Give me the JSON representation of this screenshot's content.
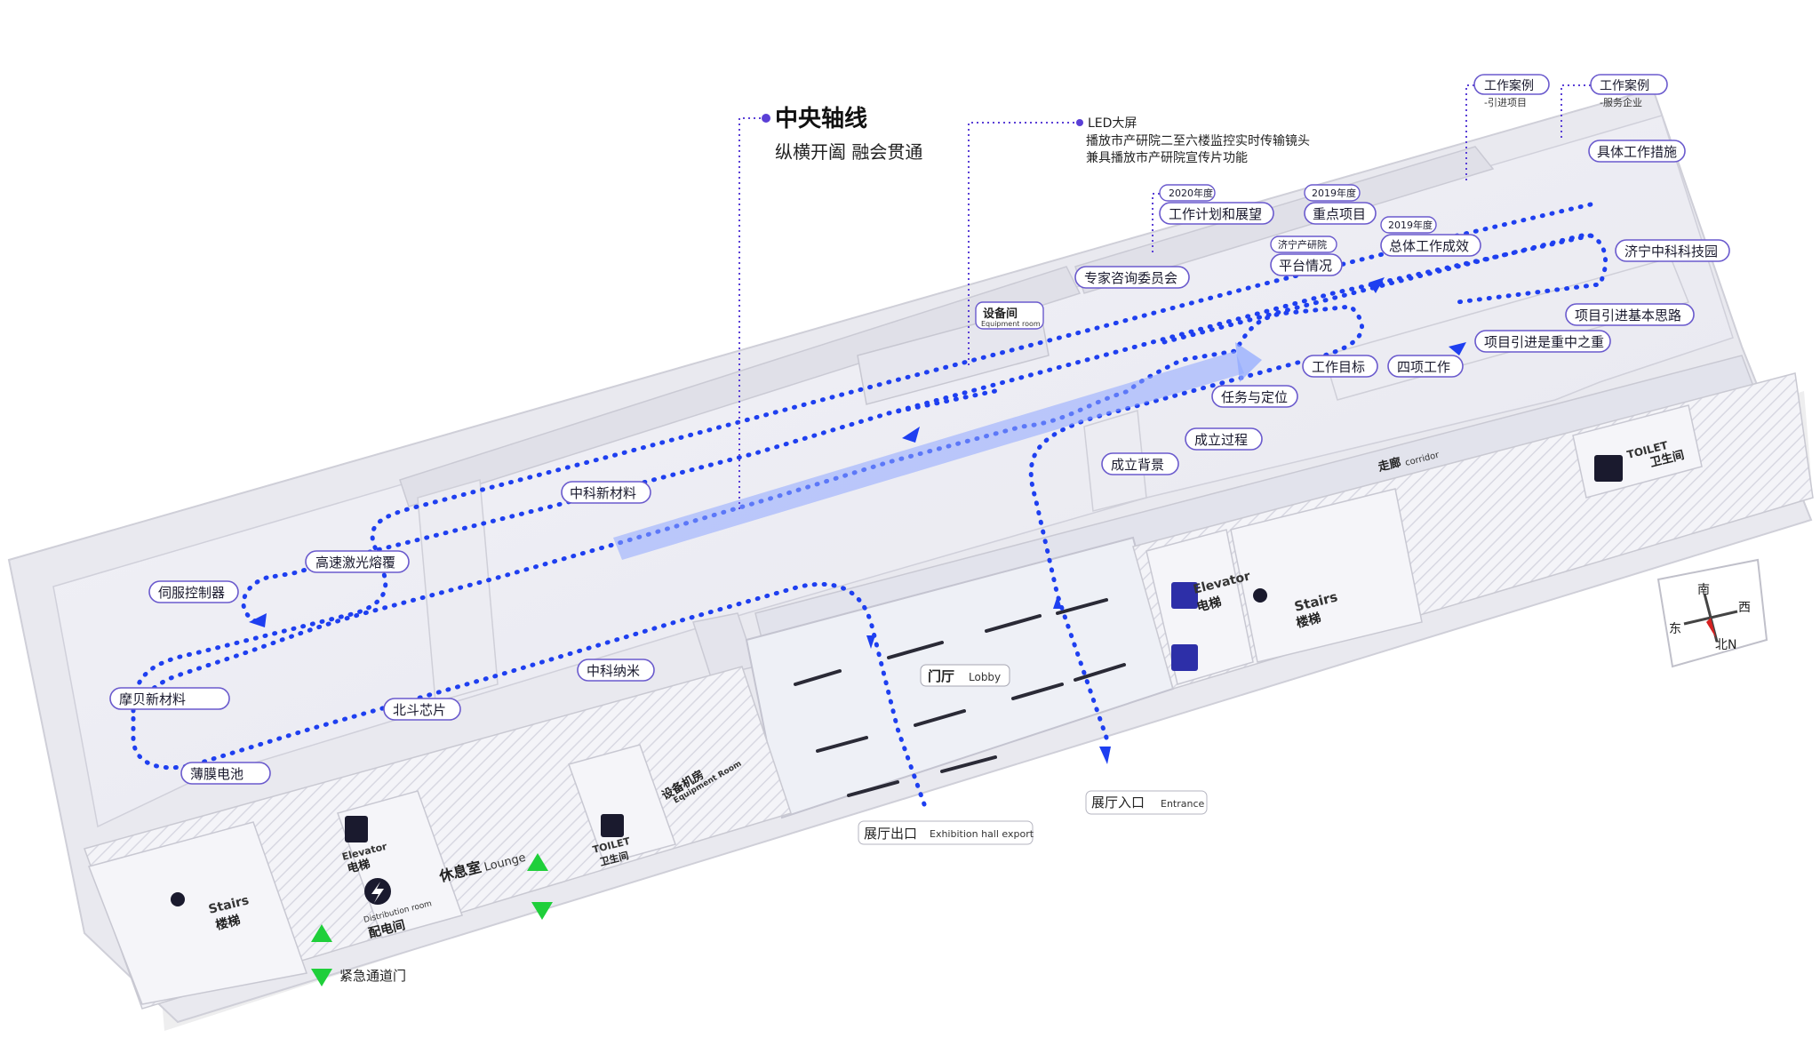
{
  "title": {
    "main": "中央轴线",
    "sub": "纵横开阖 融会贯通"
  },
  "led_note": {
    "head": "LED大屏",
    "line1": "播放市产研院二至六楼监控实时传输镜头",
    "line2": "兼具播放市产研院宣传片功能"
  },
  "labels": {
    "case1": "工作案例",
    "case1_sub": "-引进项目",
    "case2": "工作案例",
    "case2_sub": "-服务企业",
    "measures": "具体工作措施",
    "year2020": "2020年度",
    "plan": "工作计划和展望",
    "year2019a": "2019年度",
    "key_projects": "重点项目",
    "year2019b": "2019年度",
    "overall": "总体工作成效",
    "jining_inst": "济宁产研院",
    "platform": "平台情况",
    "expert": "专家咨询委员会",
    "sci_park": "济宁中科科技园",
    "basic_idea": "项目引进基本思路",
    "key_focus": "项目引进是重中之重",
    "goal": "工作目标",
    "four": "四项工作",
    "mission": "任务与定位",
    "process": "成立过程",
    "background": "成立背景",
    "material": "中科新材料",
    "laser": "高速激光熔覆",
    "servo": "伺服控制器",
    "mobei": "摩贝新材料",
    "beidou": "北斗芯片",
    "nano": "中科纳米",
    "battery": "薄膜电池"
  },
  "zones": {
    "equip_cn": "设备间",
    "equip_en": "Equipment room",
    "corridor_cn": "走廊",
    "corridor_en": "corridor",
    "lobby_cn": "门厅",
    "lobby_en": "Lobby",
    "toilet_en": "TOILET",
    "toilet_cn": "卫生间",
    "elevator_en": "Elevator",
    "elevator_cn": "电梯",
    "stairs_en": "Stairs",
    "stairs_cn": "楼梯",
    "machine_cn": "设备机房",
    "machine_en": "Equipment Room",
    "lounge_cn": "休息室",
    "lounge_en": "Lounge",
    "dist_en": "Distribution room",
    "dist_cn": "配电间",
    "exit_cn": "展厅出口",
    "exit_en": "Exhibition hall export",
    "entrance_cn": "展厅入口",
    "entrance_en": "Entrance",
    "emergency": "紧急通道门"
  },
  "compass": {
    "south": "南",
    "west": "西",
    "east": "东",
    "north": "北N"
  },
  "colors": {
    "path": "#1e3ff0",
    "leader": "#5a3fd6",
    "green": "#1fcf3a"
  }
}
